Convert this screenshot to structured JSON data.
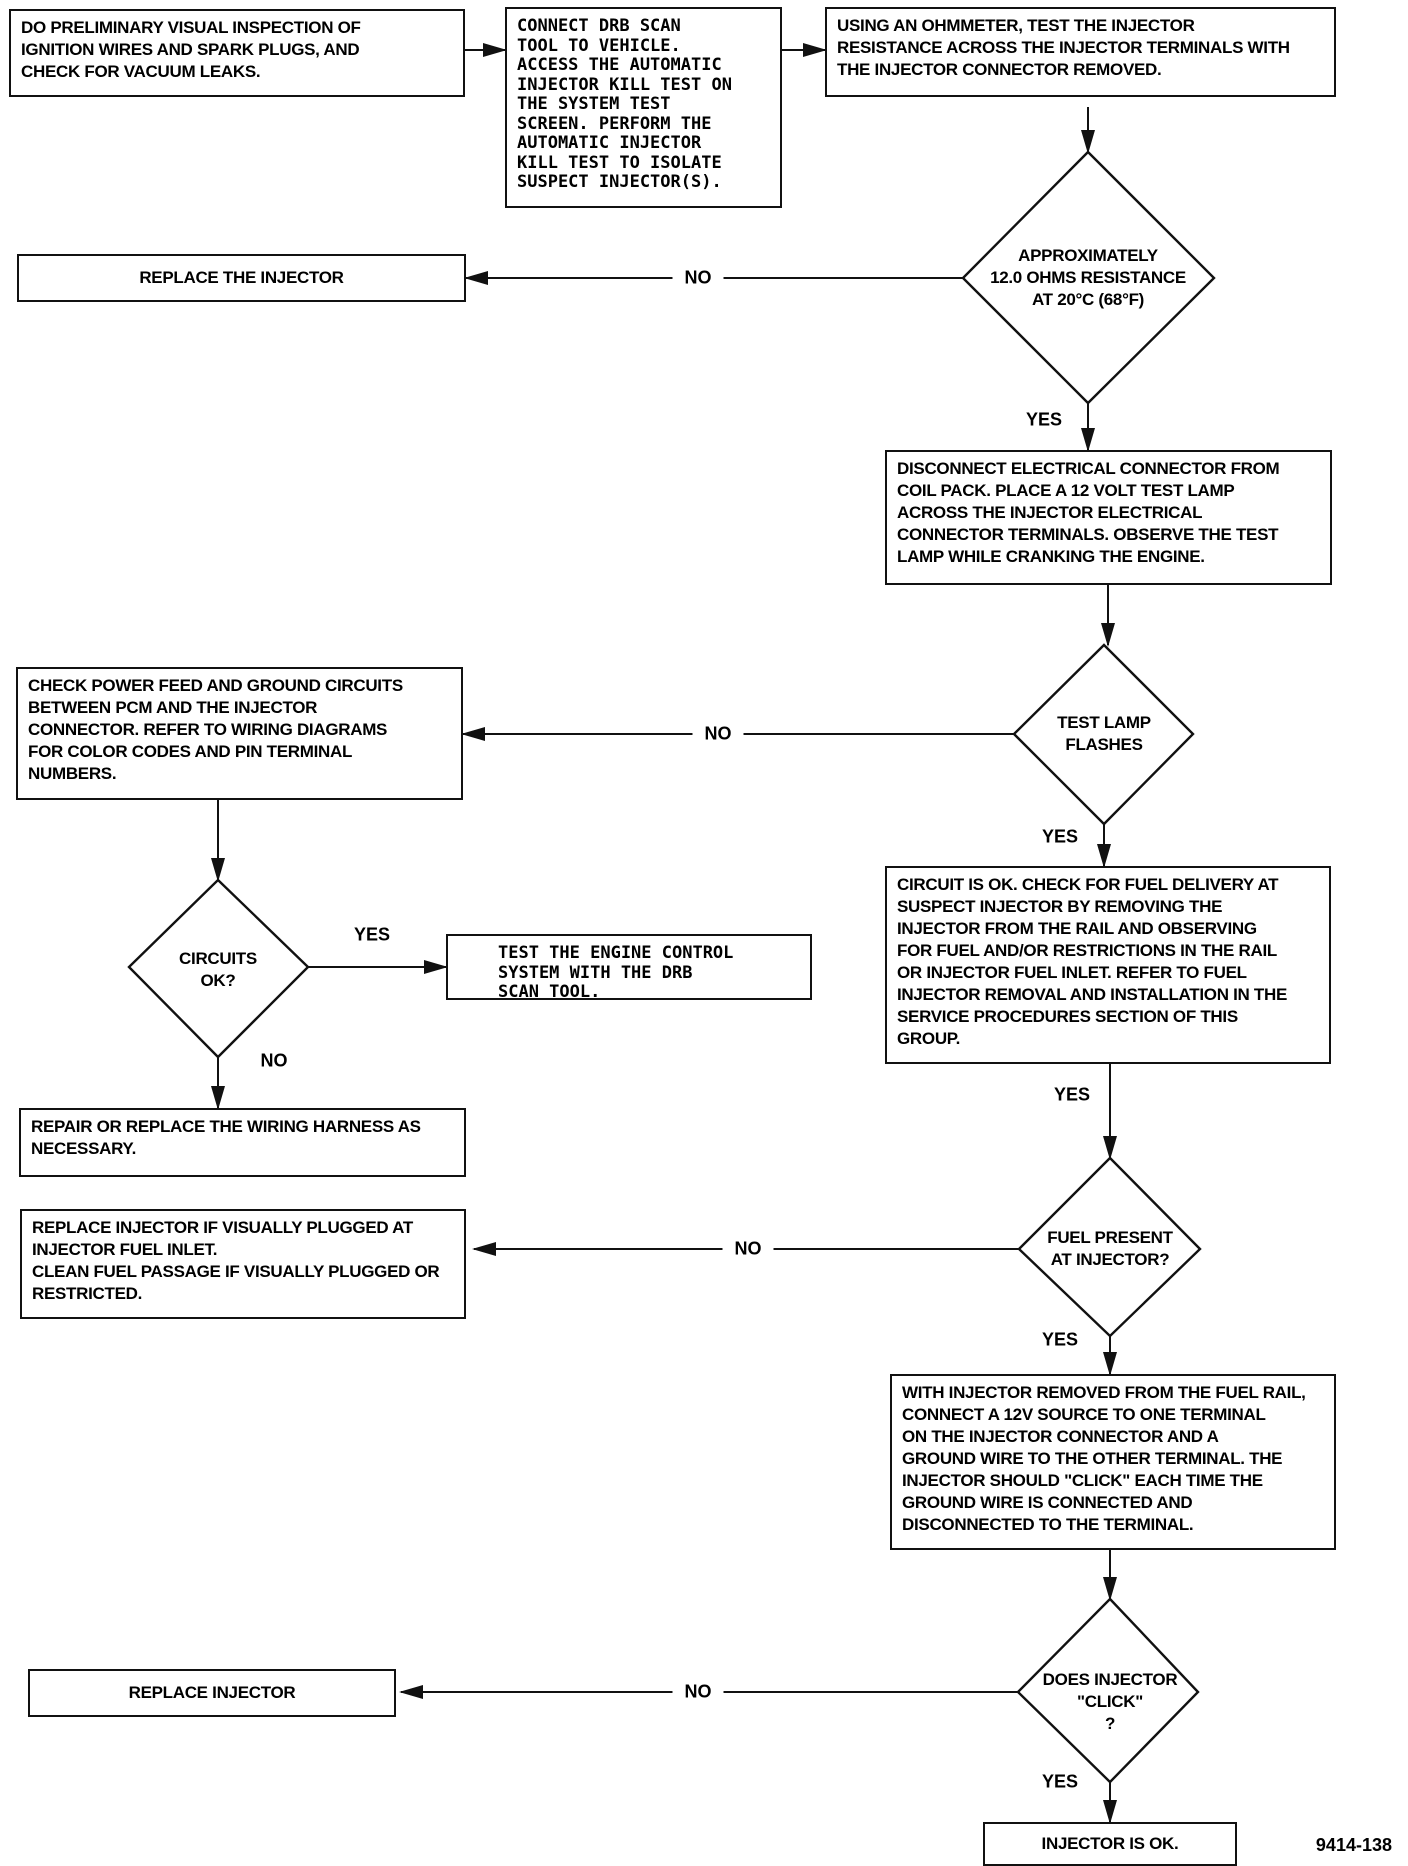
{
  "nodes": {
    "step_inspect": "DO PRELIMINARY VISUAL INSPECTION OF\nIGNITION WIRES AND SPARK PLUGS, AND\nCHECK FOR VACUUM LEAKS.",
    "step_scan_tool": "CONNECT DRB SCAN\nTOOL TO VEHICLE.\nACCESS THE AUTOMATIC\nINJECTOR KILL TEST ON\nTHE SYSTEM TEST\nSCREEN. PERFORM THE\nAUTOMATIC INJECTOR\nKILL TEST TO ISOLATE\nSUSPECT INJECTOR(S).",
    "step_ohmmeter": "USING AN OHMMETER, TEST THE INJECTOR\nRESISTANCE ACROSS THE INJECTOR TERMINALS WITH\nTHE INJECTOR CONNECTOR REMOVED.",
    "decision_resistance": "APPROXIMATELY\n12.0 OHMS RESISTANCE\nAT 20°C (68°F)",
    "result_replace_injector_1": "REPLACE THE INJECTOR",
    "step_test_lamp": "DISCONNECT ELECTRICAL CONNECTOR FROM\nCOIL PACK. PLACE A 12 VOLT TEST LAMP\nACROSS THE INJECTOR ELECTRICAL\nCONNECTOR TERMINALS. OBSERVE THE TEST\nLAMP WHILE CRANKING THE ENGINE.",
    "decision_lamp_flashes": "TEST LAMP\nFLASHES",
    "step_check_circuits": "CHECK POWER FEED AND GROUND CIRCUITS\nBETWEEN PCM AND THE INJECTOR\nCONNECTOR. REFER TO WIRING DIAGRAMS\nFOR COLOR CODES AND PIN TERMINAL\nNUMBERS.",
    "decision_circuits_ok": "CIRCUITS\nOK?",
    "result_test_ecs": "TEST THE ENGINE CONTROL\nSYSTEM WITH THE DRB\nSCAN TOOL.",
    "result_repair_harness": "REPAIR OR REPLACE THE WIRING HARNESS AS\nNECESSARY.",
    "step_fuel_delivery": "CIRCUIT IS OK. CHECK FOR FUEL DELIVERY AT\nSUSPECT INJECTOR BY REMOVING THE\nINJECTOR FROM THE RAIL AND OBSERVING\nFOR FUEL AND/OR RESTRICTIONS IN THE RAIL\nOR INJECTOR FUEL INLET. REFER TO FUEL\nINJECTOR REMOVAL AND INSTALLATION IN THE\nSERVICE PROCEDURES SECTION OF THIS\nGROUP.",
    "decision_fuel_present": "FUEL PRESENT\nAT INJECTOR?",
    "result_replace_if_plugged": "REPLACE INJECTOR IF VISUALLY PLUGGED AT\nINJECTOR FUEL INLET.\nCLEAN FUEL PASSAGE IF VISUALLY PLUGGED OR\nRESTRICTED.",
    "step_click_test": "WITH INJECTOR REMOVED FROM THE FUEL RAIL,\nCONNECT A 12V SOURCE TO ONE TERMINAL\nON THE INJECTOR CONNECTOR AND A\nGROUND WIRE TO THE OTHER TERMINAL. THE\nINJECTOR SHOULD \"CLICK\" EACH TIME THE\nGROUND WIRE IS CONNECTED AND\nDISCONNECTED TO THE TERMINAL.",
    "decision_injector_click": "DOES INJECTOR\n\"CLICK\"\n?",
    "result_replace_injector_2": "REPLACE INJECTOR",
    "result_injector_ok": "INJECTOR IS OK."
  },
  "edge_labels": {
    "resistance_no": "NO",
    "resistance_yes": "YES",
    "lamp_no": "NO",
    "lamp_yes": "YES",
    "circuits_yes": "YES",
    "circuits_no": "NO",
    "fuel_delivery_yes": "YES",
    "fuel_no": "NO",
    "fuel_yes": "YES",
    "click_no": "NO",
    "click_yes": "YES"
  },
  "figure_id": "9414-138"
}
